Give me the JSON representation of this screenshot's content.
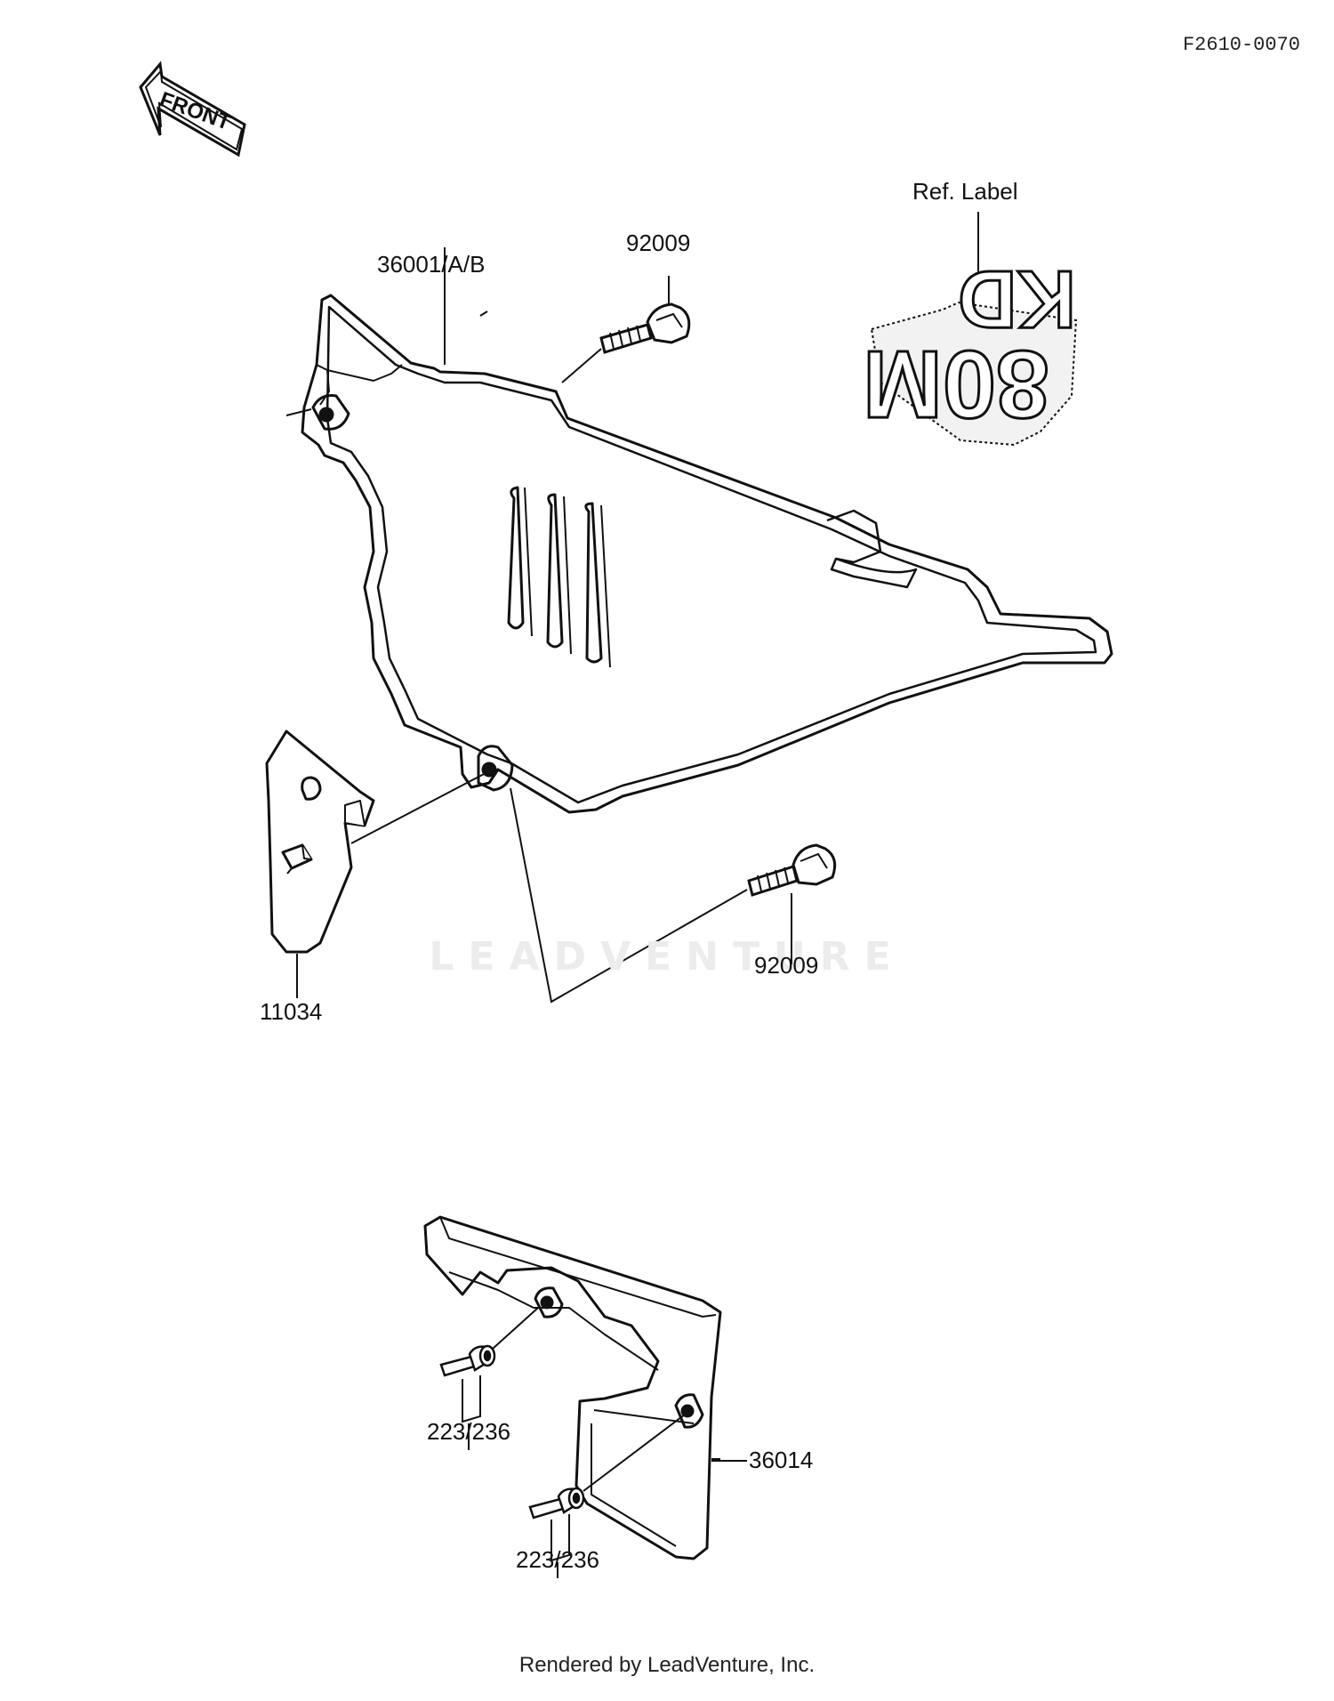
{
  "diagram_code": "F2610-0070",
  "front_arrow_label": "FRONT",
  "ref_label": "Ref. Label",
  "decal_text": [
    "KD",
    "80M"
  ],
  "callouts": {
    "p36001": "36001/A/B",
    "p92009_top": "92009",
    "p92009_bottom": "92009",
    "p11034": "11034",
    "p223_upper": "223/236",
    "p223_lower": "223/236",
    "p36014": "36014"
  },
  "watermark": "LEADVENTURE",
  "footer": "Rendered by LeadVenture, Inc."
}
